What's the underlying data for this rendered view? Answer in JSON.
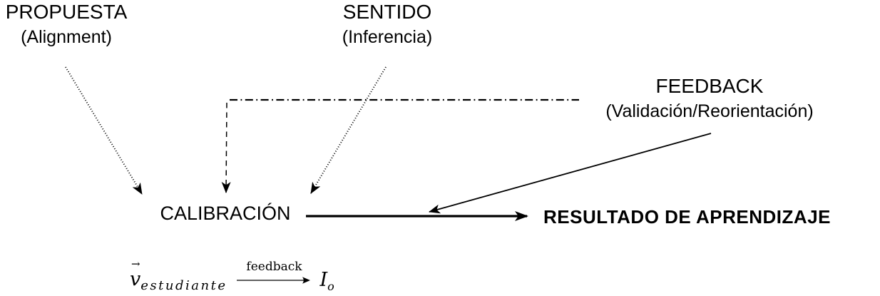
{
  "colors": {
    "ink": "#000000",
    "background": "#ffffff"
  },
  "nodes": {
    "propuesta": {
      "title": "PROPUESTA",
      "subtitle": "(Alignment)"
    },
    "sentido": {
      "title": "SENTIDO",
      "subtitle": "(Inferencia)"
    },
    "feedback": {
      "title": "FEEDBACK",
      "subtitle": "(Validación/Reorientación)"
    },
    "calibracion": {
      "title": "CALIBRACIÓN"
    },
    "resultado": {
      "title": "RESULTADO DE APRENDIZAJE"
    }
  },
  "edges": [
    {
      "id": "propuesta-to-calibracion",
      "from": "propuesta",
      "to": "calibracion",
      "style": "dotted",
      "has_arrowhead": true
    },
    {
      "id": "sentido-to-calibracion",
      "from": "sentido",
      "to": "calibracion",
      "style": "dotted",
      "has_arrowhead": true
    },
    {
      "id": "feedback-dashdot-branch",
      "from": "feedback",
      "to": "dashed-elbow",
      "style": "dash-dot",
      "has_arrowhead": false
    },
    {
      "id": "dashed-to-calibracion",
      "from": "dashed-elbow",
      "to": "calibracion",
      "style": "dashed",
      "has_arrowhead": true
    },
    {
      "id": "feedback-to-main-arrow",
      "from": "feedback",
      "to": "calibracion-resultado-arrow",
      "style": "solid",
      "has_arrowhead": true
    },
    {
      "id": "calibracion-to-resultado",
      "from": "calibracion",
      "to": "resultado",
      "style": "solid-thick",
      "has_arrowhead": true
    }
  ],
  "formula": {
    "vector_symbol": "v",
    "vector_arrow": "→",
    "vector_subscript": "estudiante",
    "arrow_label": "feedback",
    "result_symbol": "I",
    "result_subscript": "o"
  }
}
